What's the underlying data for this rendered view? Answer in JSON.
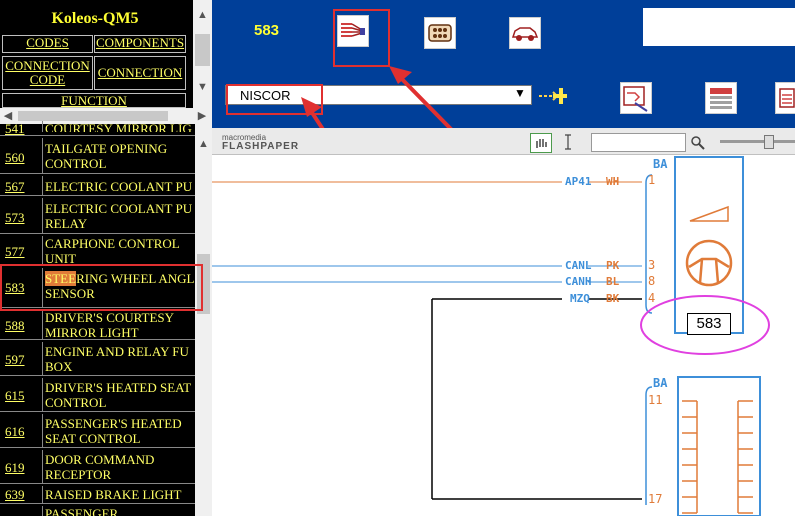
{
  "sidebar": {
    "title": "Koleos-QM5",
    "nav": {
      "codes": "CODES",
      "components": "COMPONENTS",
      "connection_code": "CONNECTION CODE",
      "connection": "CONNECTION",
      "function": "FUNCTION"
    },
    "rows": [
      {
        "num": "541",
        "desc": "COURTESY MIRROR LIG"
      },
      {
        "num": "560",
        "desc": "TAILGATE OPENING CONTROL"
      },
      {
        "num": "567",
        "desc": "ELECTRIC COOLANT PU"
      },
      {
        "num": "573",
        "desc": "ELECTRIC COOLANT PU RELAY"
      },
      {
        "num": "577",
        "desc": "CARPHONE CONTROL UNIT"
      },
      {
        "num": "583",
        "desc_highlight": "STEE",
        "desc_rest": "RING WHEEL ANGL",
        "desc_line2": "SENSOR"
      },
      {
        "num": "588",
        "desc": "DRIVER'S COURTESY MIRROR LIGHT"
      },
      {
        "num": "597",
        "desc": "ENGINE AND RELAY FU BOX"
      },
      {
        "num": "615",
        "desc": "DRIVER'S HEATED SEAT CONTROL"
      },
      {
        "num": "616",
        "desc": "PASSENGER'S HEATED SEAT CONTROL"
      },
      {
        "num": "619",
        "desc": "DOOR COMMAND RECEPTOR"
      },
      {
        "num": "639",
        "desc": "RAISED BRAKE LIGHT"
      },
      {
        "num": "",
        "desc": "PASSENGER"
      }
    ]
  },
  "toolbar": {
    "diagram_number": "583",
    "select_value": "NISCOR",
    "icons": [
      "wiring-icon",
      "connector-icon",
      "car-icon",
      "add-icon",
      "print-icon",
      "list-icon",
      "settings-icon"
    ]
  },
  "flashpaper": {
    "logo_top": "macromedia",
    "logo_bottom": "FLASHPAPER"
  },
  "diagram": {
    "wires": [
      {
        "code": "AP41",
        "color": "WH",
        "pin": "1"
      },
      {
        "code": "CANL",
        "color": "PK",
        "pin": "3"
      },
      {
        "code": "CANH",
        "color": "BL",
        "pin": "8"
      },
      {
        "code": "MZQ",
        "color": "BK",
        "pin": "4"
      }
    ],
    "connector1": "BA",
    "connector2": "BA",
    "component_id": "583",
    "pin_11": "11",
    "pin_17": "17"
  },
  "colors": {
    "toolbar_bg": "#003f99",
    "sidebar_text": "#ffff66",
    "highlight": "#e03030",
    "oval": "#e040e0",
    "wire_orange": "#e07b39",
    "wire_blue": "#3d8fd9"
  }
}
